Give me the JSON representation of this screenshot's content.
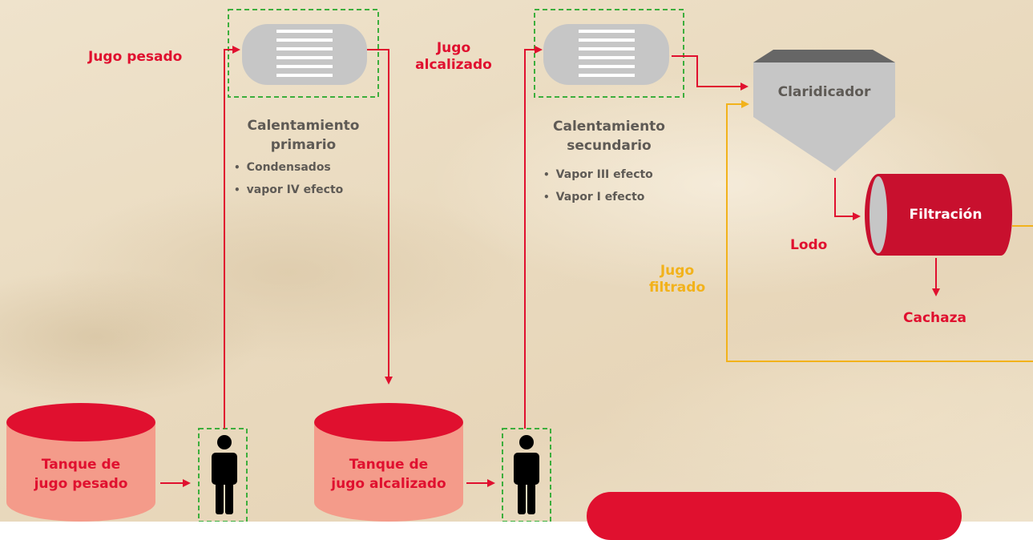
{
  "labels": {
    "jugo_pesado": "Jugo pesado",
    "jugo_alcalizado": "Jugo\nalcalizado",
    "jugo_filtrado": "Jugo\nfiltrado",
    "lodo": "Lodo",
    "cachaza": "Cachaza"
  },
  "heaters": [
    {
      "title": "Calentamiento\nprimario",
      "bullets": [
        "Condensados",
        "vapor IV efecto"
      ]
    },
    {
      "title": "Calentamiento\nsecundario",
      "bullets": [
        "Vapor III efecto",
        "Vapor I efecto"
      ]
    }
  ],
  "clarifier": {
    "label": "Claridicador"
  },
  "filter": {
    "label": "Filtración"
  },
  "tanks": [
    {
      "label": "Tanque de\njugo pesado"
    },
    {
      "label": "Tanque de\njugo alcalizado"
    }
  ],
  "icons": {
    "pump": "person-icon",
    "heater": "heat-exchanger-icon",
    "tank": "tank-cylinder-icon",
    "clarifier": "clarifier-icon",
    "filter": "drum-filter-icon"
  },
  "colors": {
    "primary_red": "#e0102f",
    "tank_body": "#f49b8a",
    "flow_yellow": "#f2b21b",
    "equipment_gray": "#c6c6c6",
    "selection_green": "#3dae3d"
  }
}
